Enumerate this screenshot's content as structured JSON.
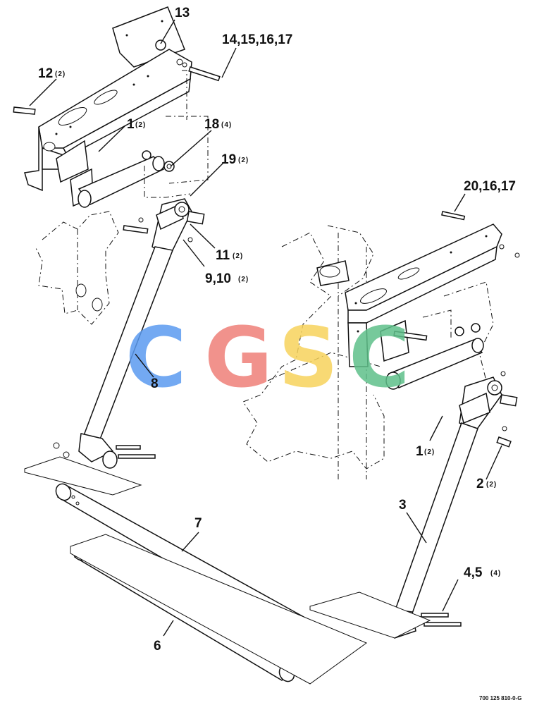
{
  "callouts": [
    {
      "id": "c13",
      "num": "13",
      "qty": ""
    },
    {
      "id": "c14",
      "num": "14,15,16,17",
      "qty": ""
    },
    {
      "id": "c12",
      "num": "12",
      "qty": "(2)"
    },
    {
      "id": "c1a",
      "num": "1",
      "qty": "(2)"
    },
    {
      "id": "c18",
      "num": "18",
      "qty": "(4)"
    },
    {
      "id": "c19",
      "num": "19",
      "qty": "(2)"
    },
    {
      "id": "c20",
      "num": "20,16,17",
      "qty": ""
    },
    {
      "id": "c11",
      "num": "11",
      "qty": "(2)"
    },
    {
      "id": "c9",
      "num": "9,10",
      "qty": "(2)"
    },
    {
      "id": "c8",
      "num": "8",
      "qty": ""
    },
    {
      "id": "c1b",
      "num": "1",
      "qty": "(2)"
    },
    {
      "id": "c2",
      "num": "2",
      "qty": "(2)"
    },
    {
      "id": "c7",
      "num": "7",
      "qty": ""
    },
    {
      "id": "c3",
      "num": "3",
      "qty": ""
    },
    {
      "id": "c45",
      "num": "4,5",
      "qty": "(4)"
    },
    {
      "id": "c6",
      "num": "6",
      "qty": ""
    }
  ],
  "watermark": {
    "letters": [
      "C",
      "G",
      "S",
      "C"
    ],
    "colors": [
      "#5b9bf0",
      "#ef7f78",
      "#f7d35c",
      "#5fc08a"
    ]
  },
  "doc_number": "700 125 810-0-G"
}
